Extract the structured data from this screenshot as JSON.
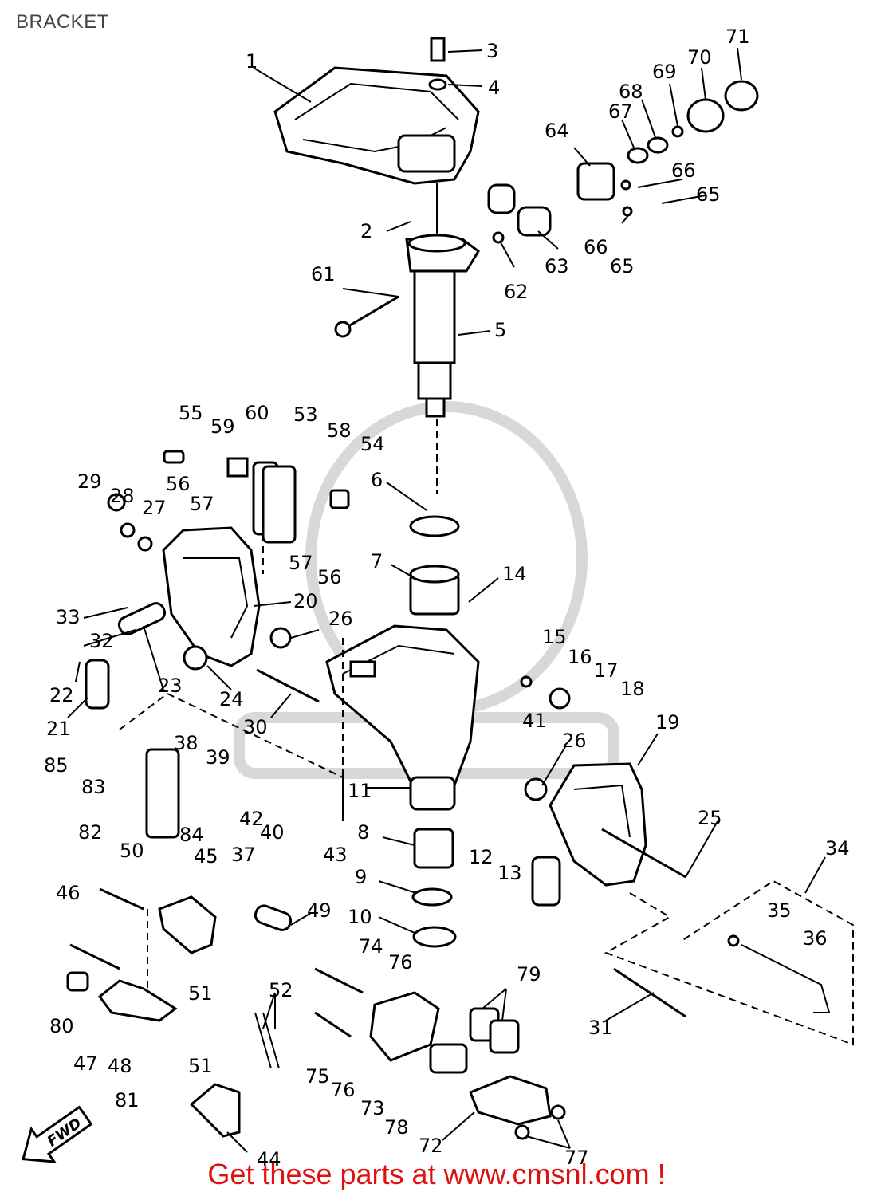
{
  "header": {
    "title": "BRACKET"
  },
  "footer": {
    "text": "Get these parts at www.cmsnl.com !"
  },
  "fwd_badge": {
    "text": "FWD"
  },
  "labels": [
    "1",
    "2",
    "3",
    "4",
    "5",
    "6",
    "7",
    "8",
    "9",
    "10",
    "11",
    "12",
    "13",
    "14",
    "15",
    "16",
    "17",
    "18",
    "19",
    "20",
    "21",
    "22",
    "23",
    "24",
    "25",
    "26",
    "26",
    "27",
    "28",
    "29",
    "30",
    "31",
    "32",
    "33",
    "34",
    "35",
    "36",
    "37",
    "38",
    "39",
    "40",
    "41",
    "42",
    "43",
    "44",
    "45",
    "46",
    "47",
    "48",
    "49",
    "50",
    "51",
    "51",
    "52",
    "53",
    "54",
    "55",
    "56",
    "56",
    "57",
    "57",
    "58",
    "59",
    "60",
    "61",
    "62",
    "63",
    "64",
    "65",
    "65",
    "66",
    "66",
    "67",
    "68",
    "69",
    "70",
    "71",
    "72",
    "73",
    "74",
    "75",
    "76",
    "76",
    "77",
    "78",
    "79",
    "80",
    "81",
    "82",
    "83",
    "84",
    "85"
  ],
  "colors": {
    "footer": "#e01010",
    "ink": "#000000",
    "title": "#444444"
  }
}
